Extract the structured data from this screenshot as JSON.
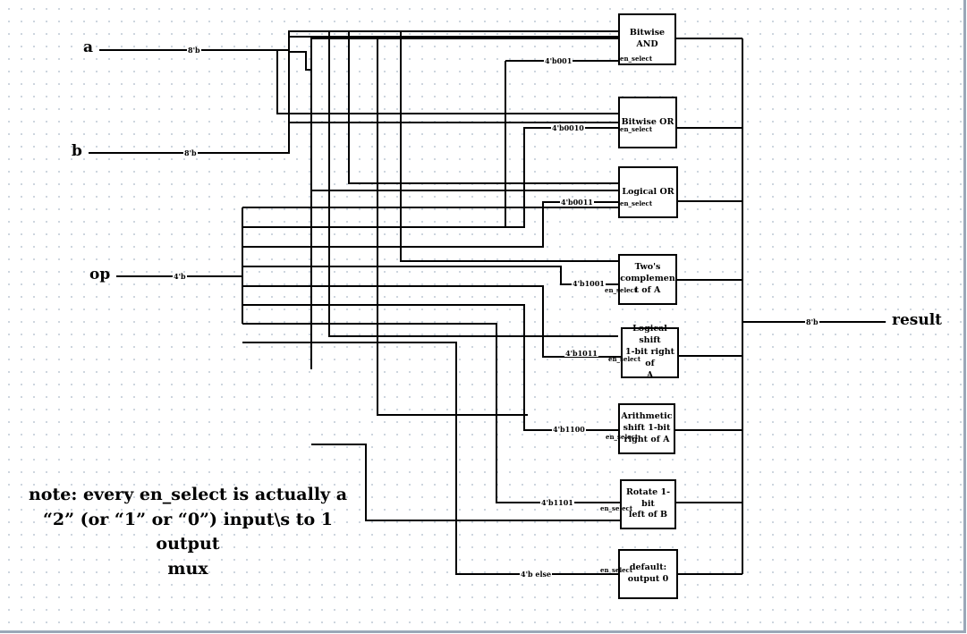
{
  "inputs": {
    "a": {
      "label": "a",
      "width": "8'b"
    },
    "b": {
      "label": "b",
      "width": "8'b"
    },
    "op": {
      "label": "op",
      "width": "4'b"
    }
  },
  "output": {
    "label": "result",
    "width": "8'b"
  },
  "blocks": [
    {
      "name": "Bitwise AND",
      "select": "4'b001",
      "en": "en_select"
    },
    {
      "name": "Bitwise OR",
      "select": "4'b0010",
      "en": "en_select"
    },
    {
      "name": "Logical OR",
      "select": "4'b0011",
      "en": "en_select"
    },
    {
      "name": "Two's\ncomplemen\nt of A",
      "select": "4'b1001",
      "en": "en_select"
    },
    {
      "name": "Logical shift\n1-bit right of\nA",
      "select": "4'b1011",
      "en": "en_select"
    },
    {
      "name": "Arithmetic\nshift 1-bit\nright of A",
      "select": "4'b1100",
      "en": "en_select"
    },
    {
      "name": "Rotate 1-bit\nleft of B",
      "select": "4'b1101",
      "en": "en_select"
    },
    {
      "name": "default:\noutput 0",
      "select": "4'b else",
      "en": "en_select"
    }
  ],
  "note": "note: every en_select is actually a\n“2” (or “1” or “0”) input\\s to 1 output\nmux"
}
